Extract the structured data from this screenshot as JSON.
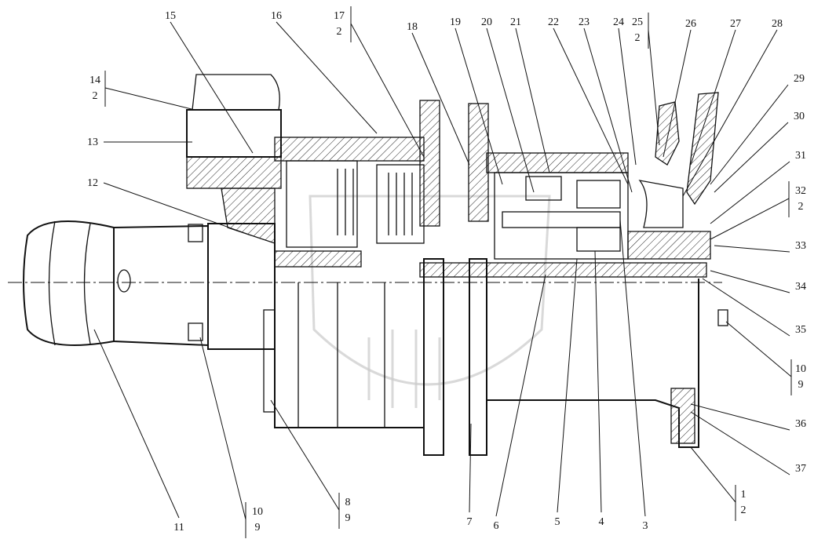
{
  "drawing": {
    "callouts": [
      {
        "id": "c15",
        "text": "15"
      },
      {
        "id": "c16",
        "text": "16"
      },
      {
        "id": "c17",
        "text": "17",
        "sub": "2"
      },
      {
        "id": "c18",
        "text": "18"
      },
      {
        "id": "c19",
        "text": "19"
      },
      {
        "id": "c20",
        "text": "20"
      },
      {
        "id": "c21",
        "text": "21"
      },
      {
        "id": "c22",
        "text": "22"
      },
      {
        "id": "c23",
        "text": "23"
      },
      {
        "id": "c24",
        "text": "24"
      },
      {
        "id": "c25",
        "text": "25",
        "sub": "2"
      },
      {
        "id": "c26",
        "text": "26"
      },
      {
        "id": "c27",
        "text": "27"
      },
      {
        "id": "c28",
        "text": "28"
      },
      {
        "id": "c29",
        "text": "29"
      },
      {
        "id": "c30",
        "text": "30"
      },
      {
        "id": "c31",
        "text": "31"
      },
      {
        "id": "c32",
        "text": "32",
        "sub": "2"
      },
      {
        "id": "c33",
        "text": "33"
      },
      {
        "id": "c34",
        "text": "34"
      },
      {
        "id": "c35",
        "text": "35"
      },
      {
        "id": "c10r",
        "text": "10",
        "sub": "9"
      },
      {
        "id": "c36",
        "text": "36"
      },
      {
        "id": "c37",
        "text": "37"
      },
      {
        "id": "c1",
        "text": "1",
        "sub": "2"
      },
      {
        "id": "c3",
        "text": "3"
      },
      {
        "id": "c4",
        "text": "4"
      },
      {
        "id": "c5",
        "text": "5"
      },
      {
        "id": "c6",
        "text": "6"
      },
      {
        "id": "c7",
        "text": "7"
      },
      {
        "id": "c8",
        "text": "8",
        "sub": "9"
      },
      {
        "id": "c10b",
        "text": "10",
        "sub": "9"
      },
      {
        "id": "c11",
        "text": "11"
      },
      {
        "id": "c12",
        "text": "12"
      },
      {
        "id": "c13",
        "text": "13"
      },
      {
        "id": "c14",
        "text": "14",
        "sub": "2"
      }
    ]
  }
}
